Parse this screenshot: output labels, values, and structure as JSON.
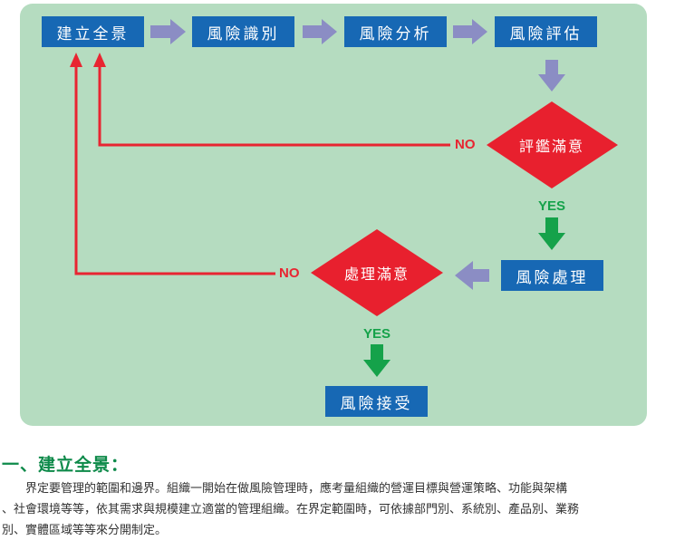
{
  "diagram": {
    "boxes": {
      "context": "建立全景",
      "identify": "風險識別",
      "analyze": "風險分析",
      "evaluate": "風險評估",
      "treat": "風險處理",
      "accept": "風險接受"
    },
    "decisions": {
      "evaluation_ok": "評鑑滿意",
      "treatment_ok": "處理滿意"
    },
    "flags": {
      "no_1": "NO",
      "yes_1": "YES",
      "no_2": "NO",
      "yes_2": "YES"
    }
  },
  "section": {
    "title": "一、建立全景：",
    "lines": [
      "　　界定要管理的範圍和邊界。組織一開始在做風險管理時，應考量組織的營運目標與營運策略、功能與架構",
      "、社會環境等等，依其需求與規模建立適當的管理組織。在界定範圍時，可依據部門別、系統別、產品別、業務",
      "別、實體區域等等來分開制定。"
    ]
  },
  "colors": {
    "panel": "#b5dcc0",
    "box": "#1768b4",
    "decision": "#e8202e",
    "process_arrow": "#8b8dc4",
    "yes": "#15a24a",
    "no": "#e82531",
    "heading": "#0e8a4a"
  }
}
